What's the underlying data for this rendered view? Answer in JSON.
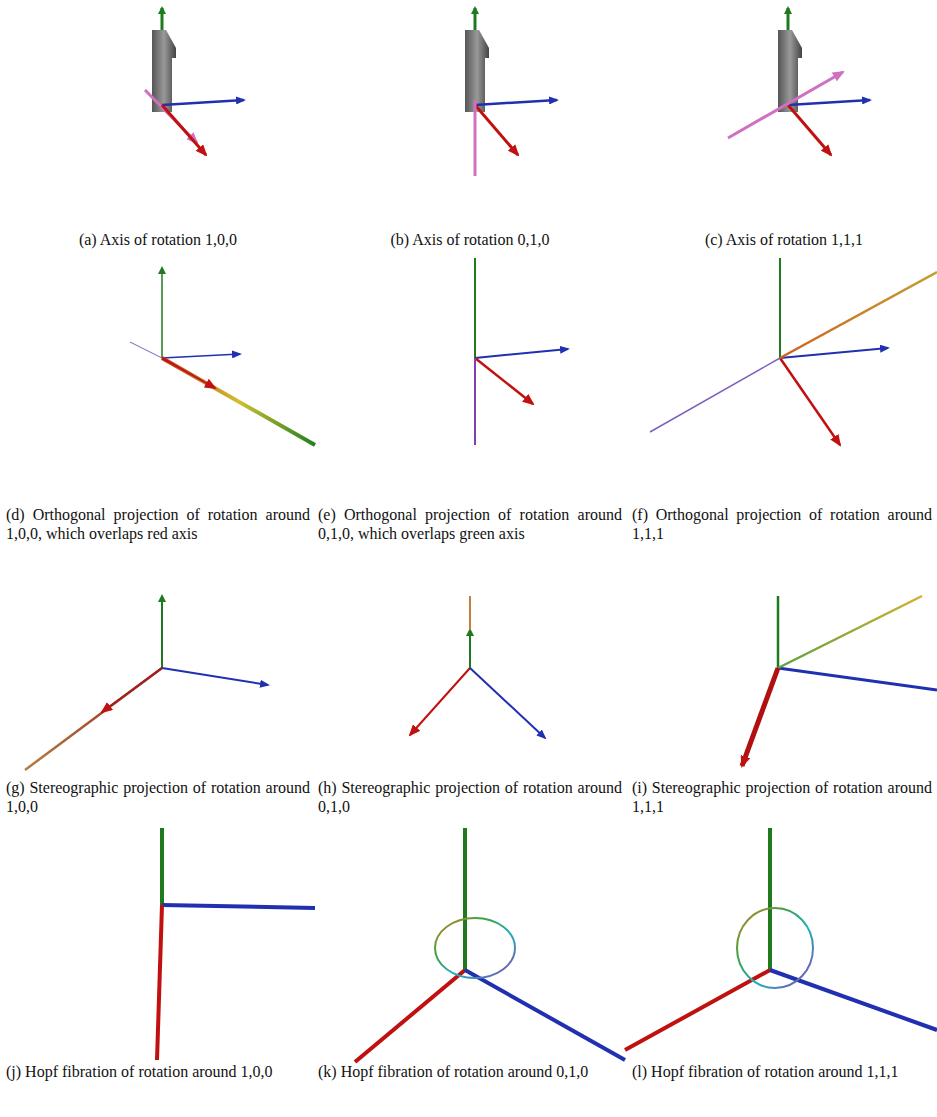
{
  "diagram": {
    "labels": [
      "(a) Axis of rotation 1,0,0",
      "(b) Axis of rotation 0,1,0",
      "(c) Axis of rotation 1,1,1",
      "(d) Orthogonal projection of rotation around 1,0,0, which overlaps red axis",
      "(e) Orthogonal projection of rotation around 0,1,0, which overlaps green axis",
      "(f) Orthogonal projection of rotation around 1,1,1",
      "(g) Stereographic projection of rotation around 1,0,0",
      "(h) Stereographic projection of rotation around 0,1,0",
      "(i) Stereographic projection of rotation around 1,1,1",
      "(j) Hopf fibration of rotation around 1,0,0",
      "(k) Hopf fibration of rotation around 0,1,0",
      "(l) Hopf fibration of rotation around 1,1,1"
    ]
  }
}
